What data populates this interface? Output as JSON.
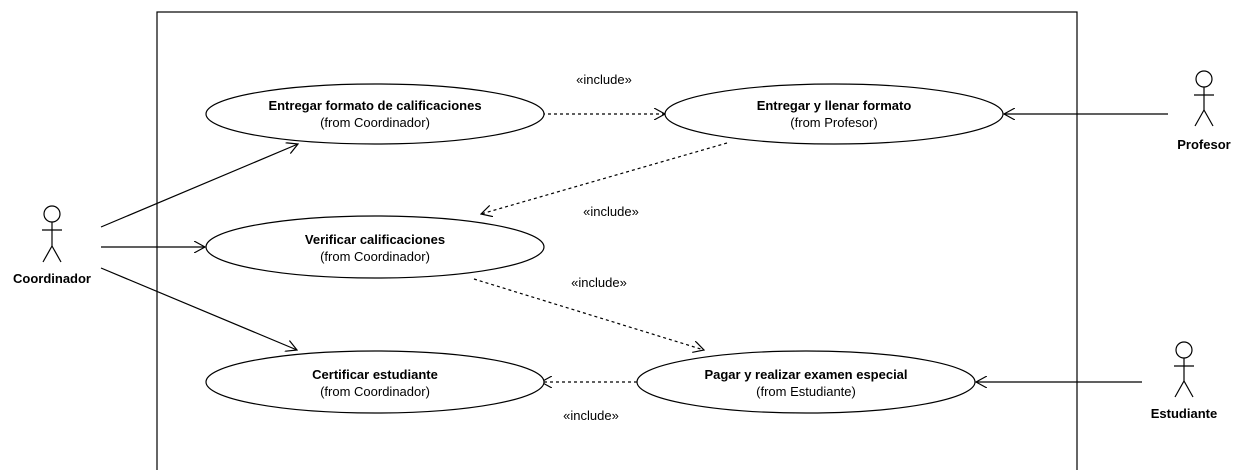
{
  "actors": {
    "coordinador": "Coordinador",
    "profesor": "Profesor",
    "estudiante": "Estudiante"
  },
  "use_cases": {
    "entregar_formato": {
      "title": "Entregar formato de calificaciones",
      "sub": "(from Coordinador)"
    },
    "entregar_llenar": {
      "title": "Entregar y llenar formato",
      "sub": "(from Profesor)"
    },
    "verificar": {
      "title": "Verificar calificaciones",
      "sub": "(from Coordinador)"
    },
    "certificar": {
      "title": "Certificar estudiante",
      "sub": "(from Coordinador)"
    },
    "pagar": {
      "title": "Pagar y realizar examen especial",
      "sub": "(from Estudiante)"
    }
  },
  "relations": {
    "include_1": "«include»",
    "include_2": "«include»",
    "include_3": "«include»",
    "include_4": "«include»"
  }
}
